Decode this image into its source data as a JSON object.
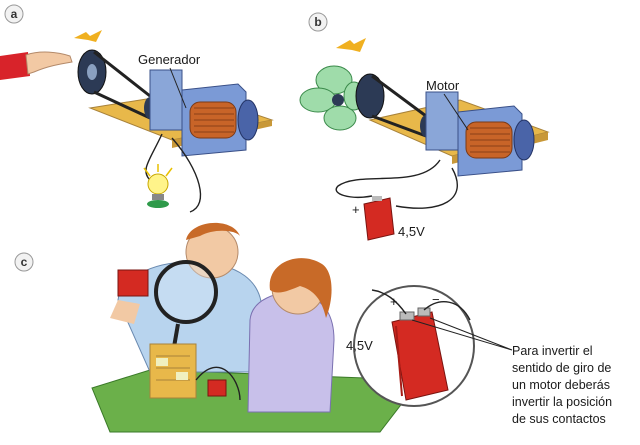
{
  "panels": {
    "a": {
      "letter": "a",
      "label": "Generador"
    },
    "b": {
      "letter": "b",
      "label": "Motor",
      "battery_voltage": "4,5V",
      "plus": "+"
    },
    "c": {
      "letter": "c",
      "battery_voltage": "4,5V",
      "plus": "+",
      "minus": "−",
      "caption_lines": [
        "Para invertir el",
        "sentido de giro de",
        "un motor deberás",
        "invertir la posición",
        "de sus contactos"
      ]
    }
  },
  "colors": {
    "board": "#e8b84a",
    "motor_body": "#6a8fd0",
    "coil": "#c86428",
    "battery": "#d42a22",
    "fan": "#7fcf8a",
    "shirt": "#b8d4ee",
    "hair": "#c86a28"
  }
}
